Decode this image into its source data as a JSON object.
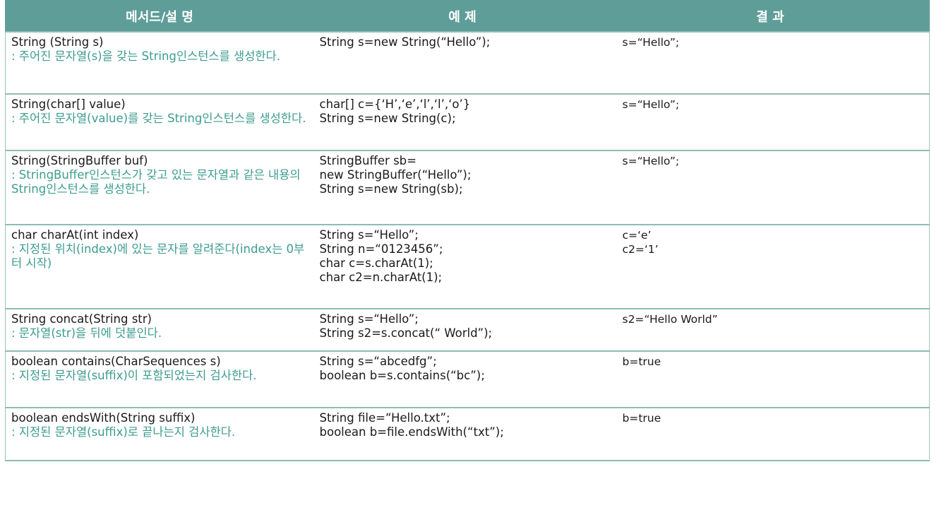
{
  "header": {
    "col1": "메서드/설 명",
    "col2": "예 제",
    "col3": "결 과"
  },
  "rows": [
    {
      "signature": "String (String s)",
      "description": ": 주어진 문자열(s)을 갖는 String인스턴스를 생성한다.",
      "example": [
        "String s=new String(“Hello”);"
      ],
      "result": [
        "s=“Hello”;"
      ]
    },
    {
      "signature": "String(char[] value)",
      "description": ": 주어진 문자열(value)를 갖는 String인스턴스를 생성한다.",
      "example": [
        "char[] c={‘H’,‘e’,‘l’,‘l’,‘o’}",
        "String s=new String(c);"
      ],
      "result": [
        "s=“Hello”;"
      ]
    },
    {
      "signature": "String(StringBuffer buf)",
      "description": ": StringBuffer인스턴스가 갖고 있는 문자열과 같은 내용의 String인스턴스를 생성한다.",
      "example": [
        "StringBuffer sb=",
        "new StringBuffer(“Hello”);",
        "String s=new String(sb);"
      ],
      "result": [
        "s=“Hello”;"
      ]
    },
    {
      "signature": "char charAt(int index)",
      "description": ": 지정된 위치(index)에 있는 문자를 알려준다(index는 0부터 시작)",
      "example": [
        "String s=“Hello”;",
        "String n=“0123456”;",
        "char c=s.charAt(1);",
        "char c2=n.charAt(1);"
      ],
      "result": [
        "c=‘e’",
        "c2=‘1’"
      ]
    },
    {
      "signature": "String concat(String str)",
      "description": ": 문자열(str)을 뒤에 덧붙인다.",
      "example": [
        "String s=“Hello”;",
        "String s2=s.concat(“ World”);"
      ],
      "result": [
        "s2=“Hello World”"
      ]
    },
    {
      "signature": "boolean contains(CharSequences s)",
      "description": ": 지정된 문자열(suffix)이 포함되었는지 검사한다.",
      "example": [
        "String s=“abcedfg”;",
        "boolean b=s.contains(“bc”);"
      ],
      "result": [
        "b=true"
      ]
    },
    {
      "signature": "boolean endsWith(String suffix)",
      "description": ": 지정된 문자열(suffix)로 끝나는지 검사한다.",
      "example": [
        "String file=“Hello.txt”;",
        "boolean b=file.endsWith(“txt”);"
      ],
      "result": [
        "b=true"
      ]
    }
  ]
}
